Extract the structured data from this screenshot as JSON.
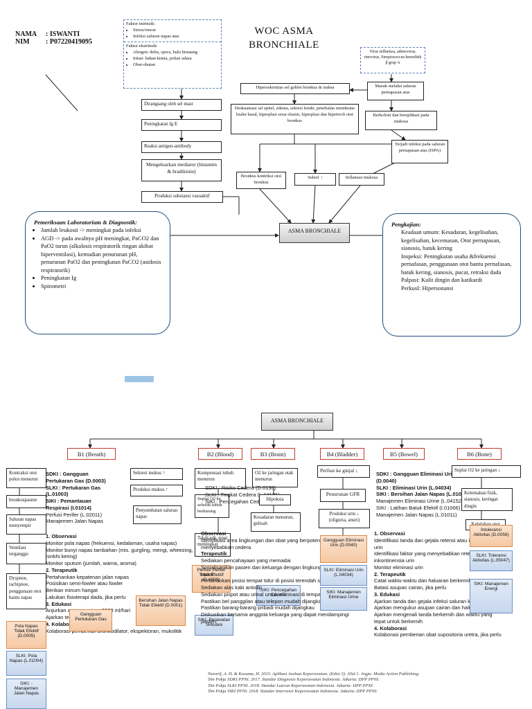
{
  "identity": {
    "nama_label": "NAMA",
    "nama": ": ISWANTI",
    "nim_label": "NIM",
    "nim": ": P07220419095"
  },
  "title": "WOC ASMA BRONCHIALE",
  "factors": {
    "intrinsik_title": "Faktor intrinsik:",
    "intrinsik": [
      "Stress/emosi",
      "Infeksi saluran napas atas"
    ],
    "ekstrinsik_title": "Faktor ekstrinsik:",
    "ekstrinsik": [
      "Alergen: debu, spora, bulu binatang",
      "Iritan: bahan kimia, polusi udara",
      "Obat-obatan"
    ]
  },
  "left_chain": [
    "Dirangsang oleh sel mast",
    "Peningkatan Ig E",
    "Reaksi antigen-antibody",
    "Mengeluarkan mediator (histamin & bradikinin)",
    "Produksi substansi vasoaktif"
  ],
  "virus_box": "Virus influenza, adenovirus, rinovirus, Streptococcus hemolitik β grup A",
  "hiper_box": "Hipersekretitas sel goblet bronkus & trakea",
  "masuk_box": "Masuk melalui saluran pernapasan atas",
  "deskuamasi_box": "Deskuamasi sel epitel, edema, sekresi lendir, penebalan membrane hialin basal, hiperplasi serat elastin, hiperplasi dan hipertrofi otot bronkus",
  "berkolonisasi_box": "Berkoloni dan bereplikasi pada mukosa",
  "ispa_box": "Terjadi infeksi pada saluran pernapasan atas (ISPA)",
  "mid_boxes": [
    "Bronkus kontriksi otot bronkus",
    "Sekret ↑",
    "Inflamasi mukosa"
  ],
  "asma": "ASMA BRONCHIALE",
  "lab": {
    "title": "Pemeriksaan Laboratorium & Diagnostik:",
    "items": [
      "Jumlah leukosit -> meningkat pada infeksi",
      "AGD -> pada awalnya pH meningkat, PaCO2 dan PaO2 turun (alkalosis respiratorik ringan akibat hiperventilasi), kemudian penurunan pH, penurunan PaO2 dan peningkatan PaCO2 (asidosis respiratorik)",
      "Peningkatan Ig",
      "Spirometri"
    ]
  },
  "pengkajian": {
    "title": "Pengkajian:",
    "items": [
      "Keadaan umum: Kesadaran, kegelisahan, kegelisahan, kecemasan, Otot pernapasan, sianosis, batuk kering",
      "Inspeksi: Peningkatan usaha &frekuensi pernafasan, penggunaan otot bantu pernafasan, batuk kering, sianosis, pucat, retraksi dada",
      "Palpasi: Kulit dingin dan katikardi",
      "PerkusI: Hipersonansi"
    ]
  },
  "asma2": "ASMA BRONCHIALE",
  "b_heads": [
    "B1 (Breath)",
    "B2 (Blood)",
    "B3 (Brain)",
    "B4 (Bladder)",
    "B5 (Bowel)",
    "B6 (Bone)"
  ],
  "b1": [
    "Kontraksi otot polos menurun",
    "bronkospasme",
    "Saluran napas menyempit",
    "Ventilasi terganggu",
    "Dyspnoe, tachipnoe, penggunaan otot bantu napas"
  ],
  "b1_mid": [
    "SDKI : Gangguan Pertukaran Gas (D.0003)",
    "SLKI : Pertukaran Gas (L.01003)",
    "SIKI : Pemantauan Respirasi (I.01014)",
    "Perfusi Perifer (L.02011)",
    "Manajemen Jalan Napas (I.01011)"
  ],
  "b1_right": [
    "Sekresi mukus ↑",
    "Produksi mukus ↑",
    "Penyumbatan saluran napas"
  ],
  "b2": [
    "Kompensasi tubuh menurun",
    "Suplai O2 ke seluruh tubuh berkurang",
    "Takikardi, tensi meningkat"
  ],
  "b3": [
    "O2 ke jaringan otak menurun",
    "Hipoksia",
    "Kesadaran menurun, gelisah"
  ],
  "b3_sdki": [
    "SDKI : Risiko Cedera (D.0136)",
    "SLKI : Tingkat Cedera (L.14136)",
    "SIKI : Pencegahan Cedera (L.14537)"
  ],
  "b4": [
    "Perfusi ke ginjal ↓",
    "Penurunan GFR",
    "Produksi urin ↓ (oliguria, anuri)"
  ],
  "b5": [
    "SDKI : Gangguan Eliminasi Urin (D.0040)",
    "SLKI : Eliminasi Urin (L.04034)",
    "SIKI : Bersihan Jalan Napas (L.01001)",
    "Manajemen Eliminasi Urine (L.04152)",
    "SIKI : Latihan Batuk Efektif (I.01006)",
    "Manajemen Jalan Napas (L.01011)"
  ],
  "b6": [
    "Suplai O2 ke jaringan ↓",
    "Kelemahan fisik, sianosis, keringat dingin",
    "Kelelahan otot"
  ],
  "orange": {
    "b1": "Pola Napas Tidak Efektif (D.0005)",
    "b1b": "Gangguan Pertukaran Gas",
    "b1c": "Bersihan Jalan Napas Tidak Efektif (D.0001)",
    "b2": "Perfusi Perifer Tidak Efektif (D.0009)",
    "b4": "Gangguan Eliminasi Urin (D.0040)",
    "b6": "Intoleransi Aktivitas (D.0056)"
  },
  "blue": {
    "b1a": "SLKI: Pola Napas (L.01004)",
    "b1b": "SIKI: - Manajemen Jalan Napas",
    "b2": "SIKI: Perawatan Sirkulasi",
    "b3": "SIKI: Pencegahan Cedera",
    "b4": "SLKI: Eliminasi Urin (L.04034)",
    "b4b": "SIKI: Manajemen Eliminasi Urine",
    "b6": "SLKI: Toleransi Aktivitas (L.05047)",
    "b6b": "SIKI: Manajemen Energi"
  },
  "b3_list": [
    "Observasi",
    "Identifikasi area lingkungan dan obat yang berpotensi menyebabkan cedera",
    "Terapeutik",
    "Sediakan pencahayaan yang memadai",
    "Sosialisasikan pasien dan keluarga dengan lingkungan ruang rawat",
    "Pertahankan posisi tempat tidur di posisi terendah saat digunakan",
    "Sediakan alas kaki antislip",
    "Sediakan pispot atau urinal untuk eliminasi di tempat tidur",
    "Pastikan bel panggilan atau telepon mudah dijangkau",
    "Pastikan barang-barang pribadi mudah dijangkau",
    "Diskusikan bersama anggota keluarga yang dapat mendampingi pasien"
  ],
  "b1_list": [
    "1. Observasi",
    "Monitor pola napas (frekuensi, kedalaman, usaha napas)",
    "Monitor bunyi napas tambahan (mis. gurgling, mengi, wheezing, ronkhi kering)",
    "Monitor sputum (jumlah, warna, aroma)",
    "2. Terapeutik",
    "Pertahankan kepatenan jalan napas",
    "Posisikan semi-fowler atau fowler",
    "Berikan minum hangat",
    "Lakukan fisioterapi dada, jika perlu",
    "3. Edukasi",
    "Anjurkan asupan cairan 2000 ml/hari",
    "Ajarkan teknik batuk efektif",
    "4. Kolaborasi",
    "Kolaborasi pemberian bronkodilator, ekspektoran, mukolitik"
  ],
  "b5_list": [
    "1. Observasi",
    "Identifikasi tanda dan gejala retensi atau inkontinensia urin",
    "Identifikasi faktor yang menyebabkan retensi atau inkontinensia urin",
    "Monitor eliminasi urin",
    "2. Terapeutik",
    "Catat waktu-waktu dan haluaran berkemih",
    "Batasi asupan cairan, jika perlu",
    "3. Edukasi",
    "Ajarkan tanda dan gejala infeksi saluran kemih",
    "Ajarkan mengukur asupan cairan dan haluaran urin",
    "Ajarkan mengenali tanda berkemih dan waktu yang tepat untuk berkemih",
    "4. Kolaborasi",
    "Kolaborasi pemberian obat supositoria uretra, jika perlu"
  ],
  "refs": [
    "Nurarif, A. H. & Kusuma, H. 2015. Aplikasi Asuhan Keperawatan. (Edisi 3). Jilid 1. Jogja: Media Action Publishing.",
    "Tim Pokja SDKI PPNI. 2017. Standar Diagnosis Keperawatan Indonesia. Jakarta: DPP PPNI.",
    "Tim Pokja SLKI PPNI. 2018. Standar Luaran Keperawatan Indonesia. Jakarta: DPP PPNI.",
    "Tim Pokja SIKI PPNI. 2018. Standar Intervensi Keperawatan Indonesia. Jakarta: DPP PPNI."
  ]
}
